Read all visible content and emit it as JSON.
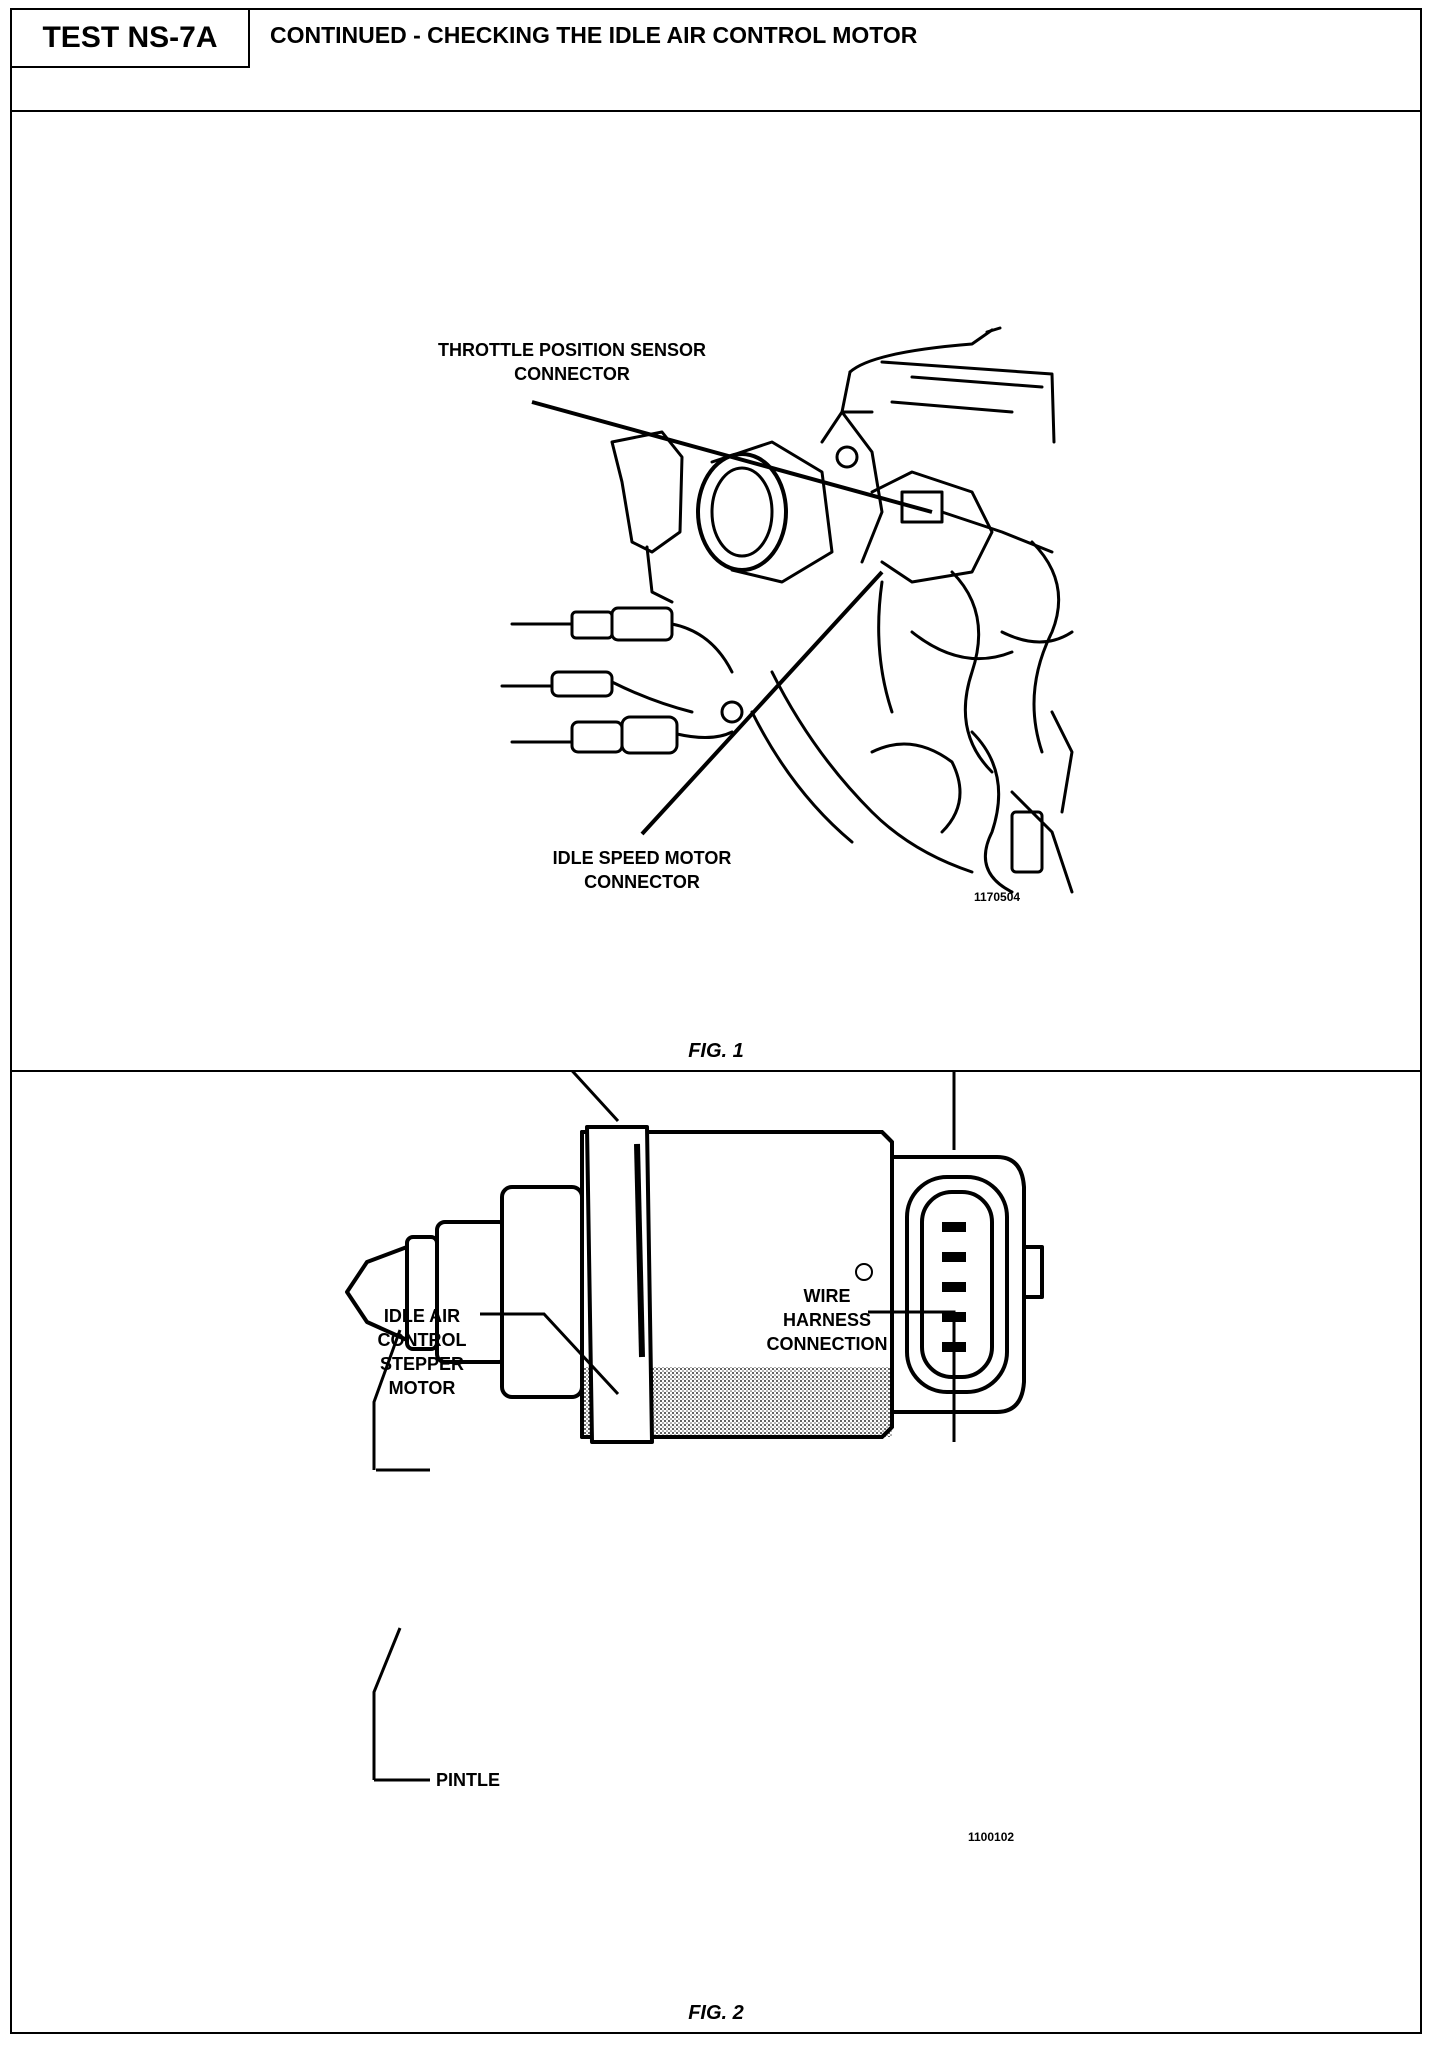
{
  "header": {
    "test_id": "TEST NS-7A",
    "title": "CONTINUED - CHECKING THE IDLE AIR CONTROL MOTOR"
  },
  "figure1": {
    "caption": "FIG. 1",
    "callouts": {
      "throttle_position_sensor": "THROTTLE POSITION SENSOR\nCONNECTOR",
      "idle_speed_motor": "IDLE SPEED MOTOR\nCONNECTOR"
    },
    "ref_number": "1170504"
  },
  "figure2": {
    "caption": "FIG. 2",
    "callouts": {
      "stepper_motor": "IDLE AIR\nCONTROL\nSTEPPER\nMOTOR",
      "wire_harness": "WIRE\nHARNESS\nCONNECTION",
      "pintle": "PINTLE"
    },
    "ref_number": "1100102"
  }
}
